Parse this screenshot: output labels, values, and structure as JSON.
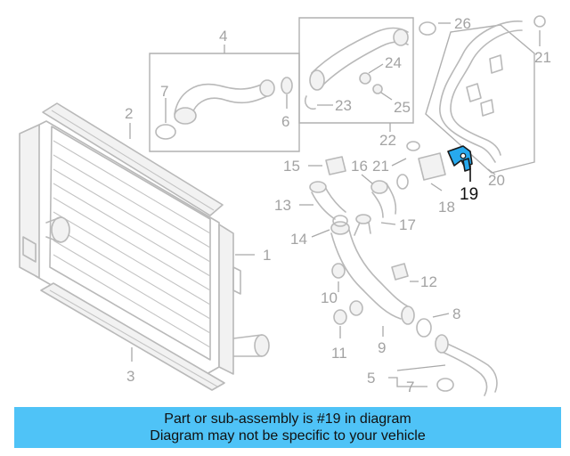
{
  "callouts": {
    "c1": "1",
    "c2": "2",
    "c3": "3",
    "c4": "4",
    "c5": "5",
    "c6": "6",
    "c7a": "7",
    "c7b": "7",
    "c8": "8",
    "c9": "9",
    "c10": "10",
    "c11": "11",
    "c12": "12",
    "c13": "13",
    "c14": "14",
    "c15": "15",
    "c16": "16",
    "c17": "17",
    "c18": "18",
    "c19": "19",
    "c20": "20",
    "c21a": "21",
    "c21b": "21",
    "c22": "22",
    "c23": "23",
    "c24": "24",
    "c25": "25",
    "c26": "26"
  },
  "highlighted_part": "19",
  "colors": {
    "highlight": "#27a9ee",
    "banner": "#4fc3f7",
    "line_art": "#b9b9b9"
  },
  "banner": {
    "line1": "Part or sub-assembly is #19 in diagram",
    "line2": "Diagram may not be specific to your vehicle"
  }
}
